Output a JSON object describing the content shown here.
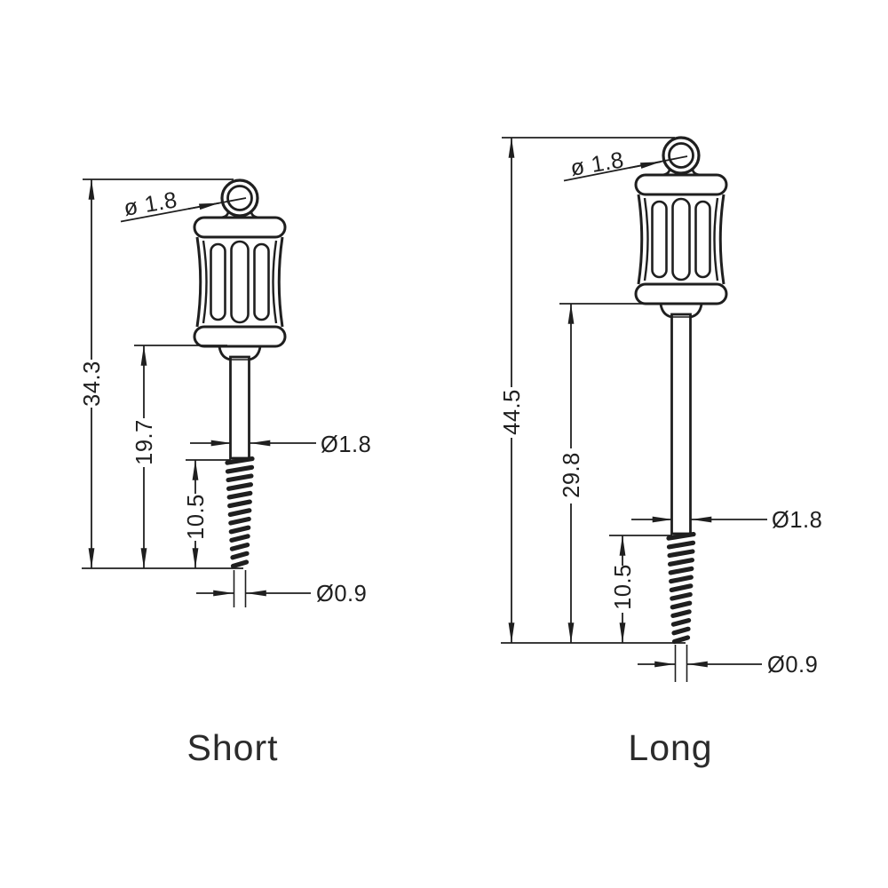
{
  "drawing": {
    "title": "Eye screw technical drawing, two sizes",
    "background": "#ffffff",
    "line_color": "#1f1f1f",
    "units_shown": "mm",
    "figures": [
      {
        "id": "short",
        "caption": "Short",
        "dims": {
          "total_height": "34.3",
          "length_below_head": "19.7",
          "thread_length": "10.5",
          "eye_diameter": "ø 1.8",
          "shaft_diameter": "Ø1.8",
          "tip_diameter": "Ø0.9"
        }
      },
      {
        "id": "long",
        "caption": "Long",
        "dims": {
          "total_height": "44.5",
          "length_below_head": "29.8",
          "thread_length": "10.5",
          "eye_diameter": "ø 1.8",
          "shaft_diameter": "Ø1.8",
          "tip_diameter": "Ø0.9"
        }
      }
    ]
  }
}
